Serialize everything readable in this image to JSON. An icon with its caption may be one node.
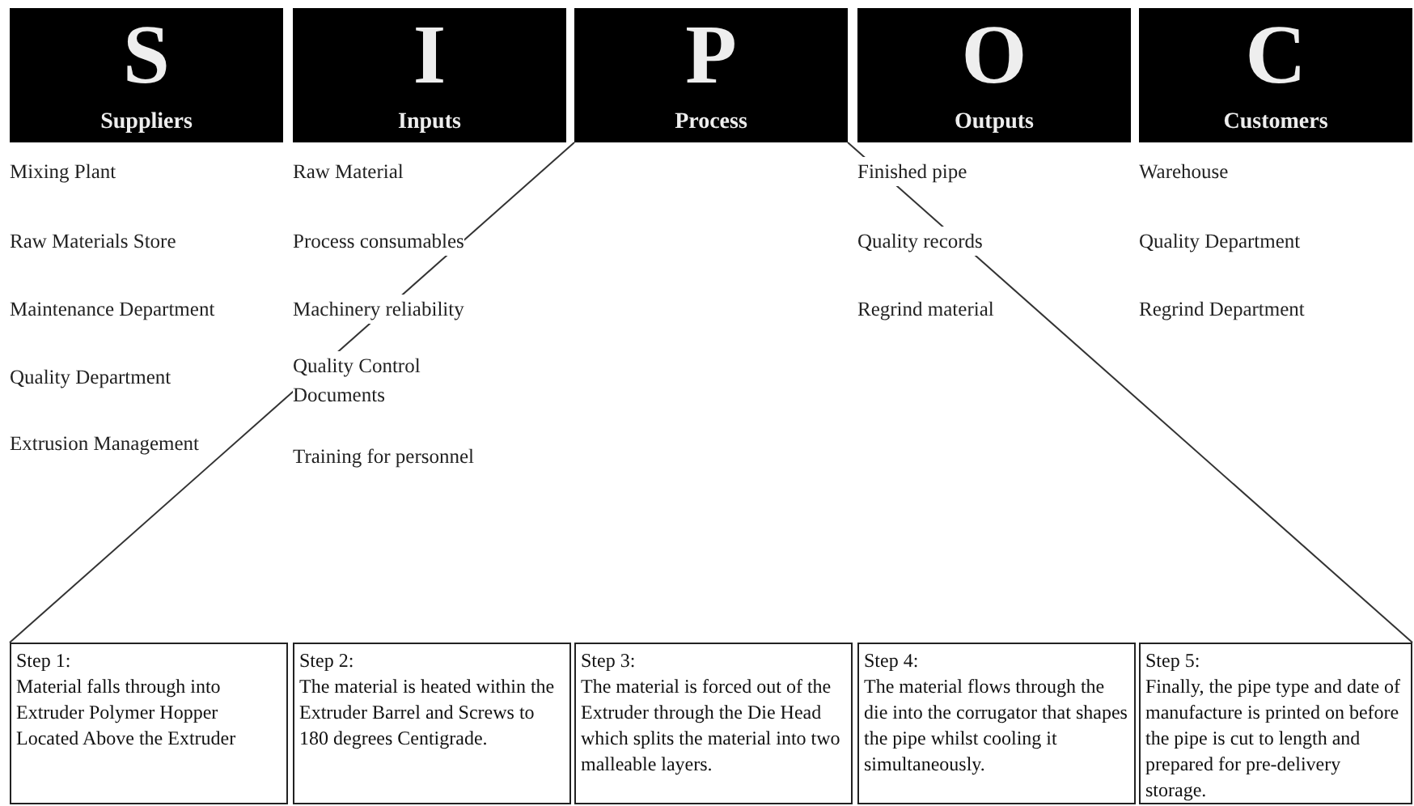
{
  "diagram": {
    "nodes": [
      {
        "text": [
          "S",
          "Suppliers"
        ]
      },
      {
        "text": [
          "I",
          "Inputs"
        ]
      },
      {
        "text": [
          "P",
          "Process"
        ]
      },
      {
        "text": [
          "O",
          "Outputs"
        ]
      },
      {
        "text": [
          "C",
          "Customers"
        ]
      },
      {
        "text": [
          "Step 1:",
          "Material falls through into Extruder Polymer Hopper Located Above the Extruder"
        ]
      },
      {
        "text": [
          "Step 2:",
          "The material is heated within the Extruder Barrel and Screws to 180 degrees Centigrade."
        ]
      },
      {
        "text": [
          "Step 3:",
          "The material is forced out of the Extruder through the Die Head which splits the material into two malleable layers."
        ]
      },
      {
        "text": [
          "Step 4:",
          "The material flows through the die into the corrugator that shapes the pipe whilst cooling it simultaneously."
        ]
      },
      {
        "text": [
          "Step 5:",
          "Finally, the pipe type and date of manufacture is printed on before the pipe is cut to length and prepared for pre-delivery storage."
        ]
      }
    ],
    "edges": [
      {
        "from": 2,
        "to": 5,
        "arrow": "none"
      },
      {
        "from": 2,
        "to": 9,
        "arrow": "none"
      }
    ],
    "labels": [
      "Mixing Plant",
      "Raw Materials Store",
      "Maintenance Department",
      "Quality Department",
      "Extrusion Management",
      "Raw Material",
      "Process consumables",
      "Machinery reliability",
      "Quality Control Documents",
      "Training for personnel",
      "Finished pipe",
      "Quality records",
      "Regrind material",
      "Warehouse",
      "Quality Department",
      "Regrind Department"
    ]
  }
}
